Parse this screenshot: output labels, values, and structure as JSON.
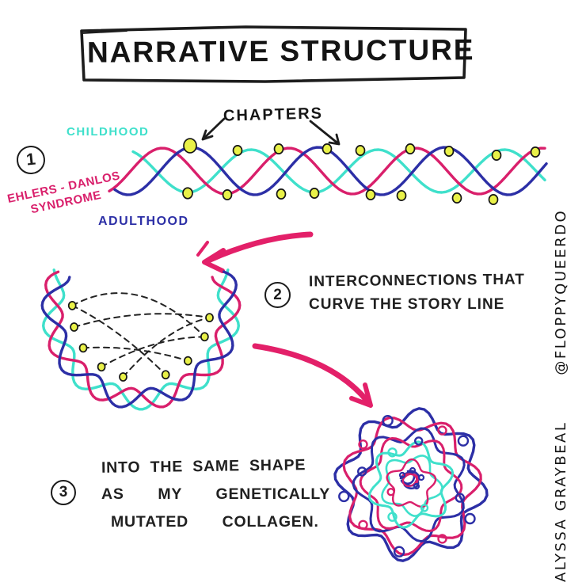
{
  "title": "NARRATIVE STRUCTURE",
  "diagram": {
    "chapters_label": "CHAPTERS",
    "childhood_label": "CHILDHOOD",
    "eds_label_line1": "EHLERS - DANLOS",
    "eds_label_line2": "SYNDROME",
    "adulthood_label": "ADULTHOOD"
  },
  "steps": {
    "one": {
      "number": "1"
    },
    "two": {
      "number": "2",
      "line1": "INTERCONNECTIONS THAT",
      "line2": "CURVE THE STORY LINE"
    },
    "three": {
      "number": "3",
      "line1": "INTO THE SAME SHAPE",
      "line2": "AS   MY   GENETICALLY",
      "line3": "MUTATED   COLLAGEN."
    }
  },
  "credit": {
    "author": "ALYSSA GRAYBEAL",
    "handle": "@FLOPPYQUEERDO"
  },
  "colors": {
    "ink": "#1c1c1c",
    "childhood_cyan": "#3fe0cb",
    "eds_pink": "#d91f6b",
    "adulthood_blue": "#2c2fa6",
    "dot_yellow": "#e9f148",
    "arrow_pink": "#e32069"
  }
}
